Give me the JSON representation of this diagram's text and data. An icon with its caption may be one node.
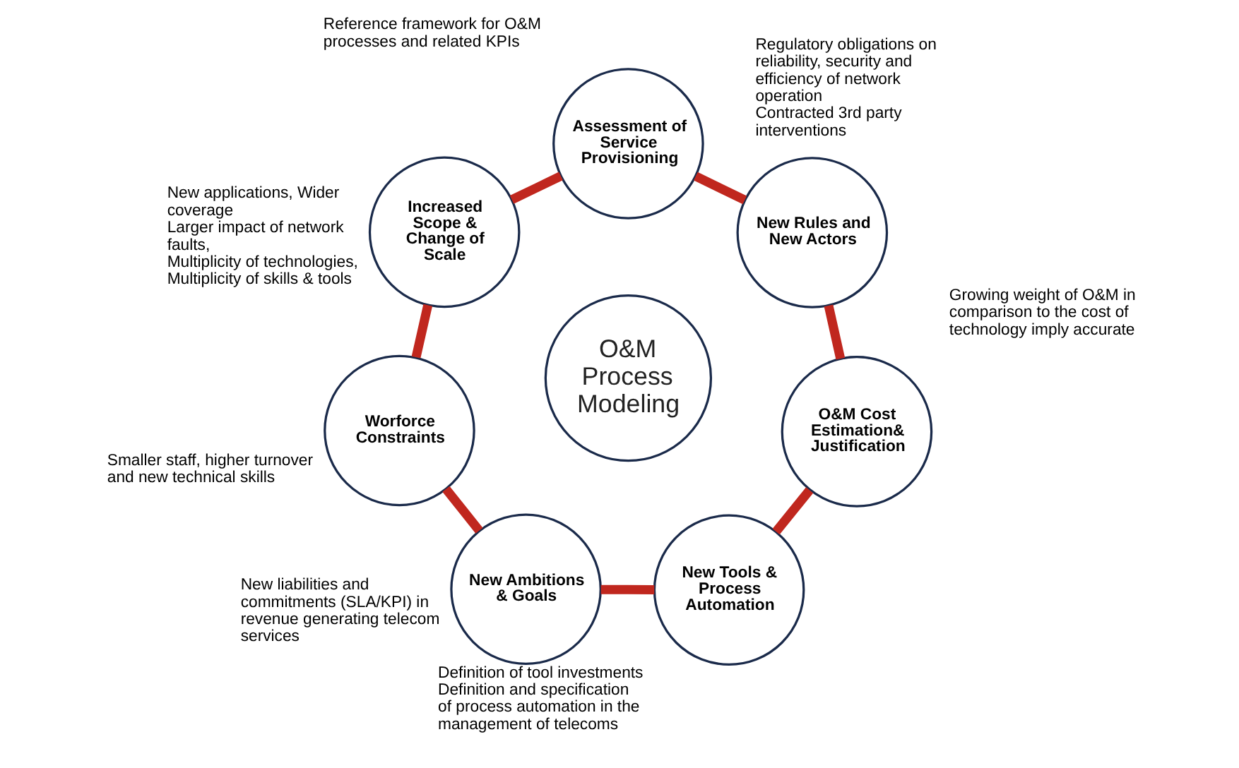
{
  "diagram": {
    "nodes": [
      {
        "text": [
          "O&M Process Modeling"
        ]
      },
      {
        "text": [
          "Assessment of Service Provisioning"
        ],
        "beside": [
          "Reference framework for O&M processes and related KPIs"
        ]
      },
      {
        "text": [
          "New Rules and New Actors"
        ],
        "beside": [
          "Regulatory obligations on reliability, security and efficiency of network operation",
          "Contracted 3rd party interventions"
        ]
      },
      {
        "text": [
          "O&M Cost Estimation& Justification"
        ],
        "beside": [
          "Growing weight of O&M in comparison to the cost of technology imply accurate"
        ]
      },
      {
        "text": [
          "New Tools & Process Automation"
        ],
        "beside": [
          "Definition of tool investments",
          "Definition and specification of process automation in the management of telecoms"
        ]
      },
      {
        "text": [
          "New Ambitions & Goals"
        ],
        "beside": [
          "New liabilities and commitments (SLA/KPI) in revenue generating telecom services"
        ]
      },
      {
        "text": [
          "Worforce Constraints"
        ],
        "beside": [
          "Smaller staff, higher turnover and new technical skills"
        ]
      },
      {
        "text": [
          "Increased Scope & Change of Scale"
        ],
        "beside": [
          "New applications, Wider coverage",
          "Larger impact of network faults,",
          "Multiplicity of technologies,",
          "Multiplicity of skills & tools"
        ]
      }
    ],
    "edges": [
      {
        "from": 1,
        "to": 2,
        "arrow": "none"
      },
      {
        "from": 2,
        "to": 3,
        "arrow": "none"
      },
      {
        "from": 3,
        "to": 4,
        "arrow": "none"
      },
      {
        "from": 4,
        "to": 5,
        "arrow": "none"
      },
      {
        "from": 5,
        "to": 6,
        "arrow": "none"
      },
      {
        "from": 6,
        "to": 7,
        "arrow": "none"
      },
      {
        "from": 7,
        "to": 1,
        "arrow": "none"
      }
    ]
  }
}
